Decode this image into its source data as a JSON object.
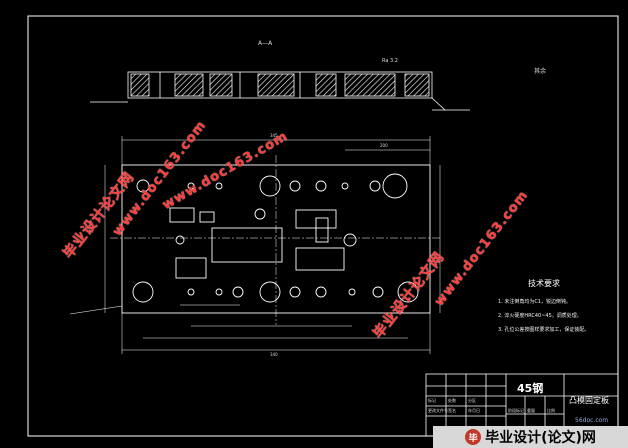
{
  "view_label": "A—A",
  "section_roughness": "Ra 3.2",
  "roughness_other": "其余",
  "notes": {
    "title": "技术要求",
    "lines": [
      "1. 未注倒角均为C1，锐边倒钝。",
      "2. 淬火硬度HRC40~45，调质处理。",
      "3. 孔位公差按图样要求加工，保证装配。"
    ]
  },
  "title_block": {
    "material": "45钢",
    "part_name": "凸模固定板",
    "row_labels": [
      "标记",
      "处数",
      "分区",
      "更改文件号",
      "签名",
      "年月日"
    ],
    "stage_labels": [
      "阶段标记",
      "重量",
      "比例"
    ]
  },
  "watermarks": {
    "cn": "毕业设计论文网",
    "url": "www.doc163.com"
  },
  "site_tag": "56doc.com",
  "footer": {
    "logo": "毕",
    "text": "毕业设计(论文)网"
  },
  "dims": {
    "top_width": "345",
    "right_span": "200",
    "bottom_total": "340"
  }
}
